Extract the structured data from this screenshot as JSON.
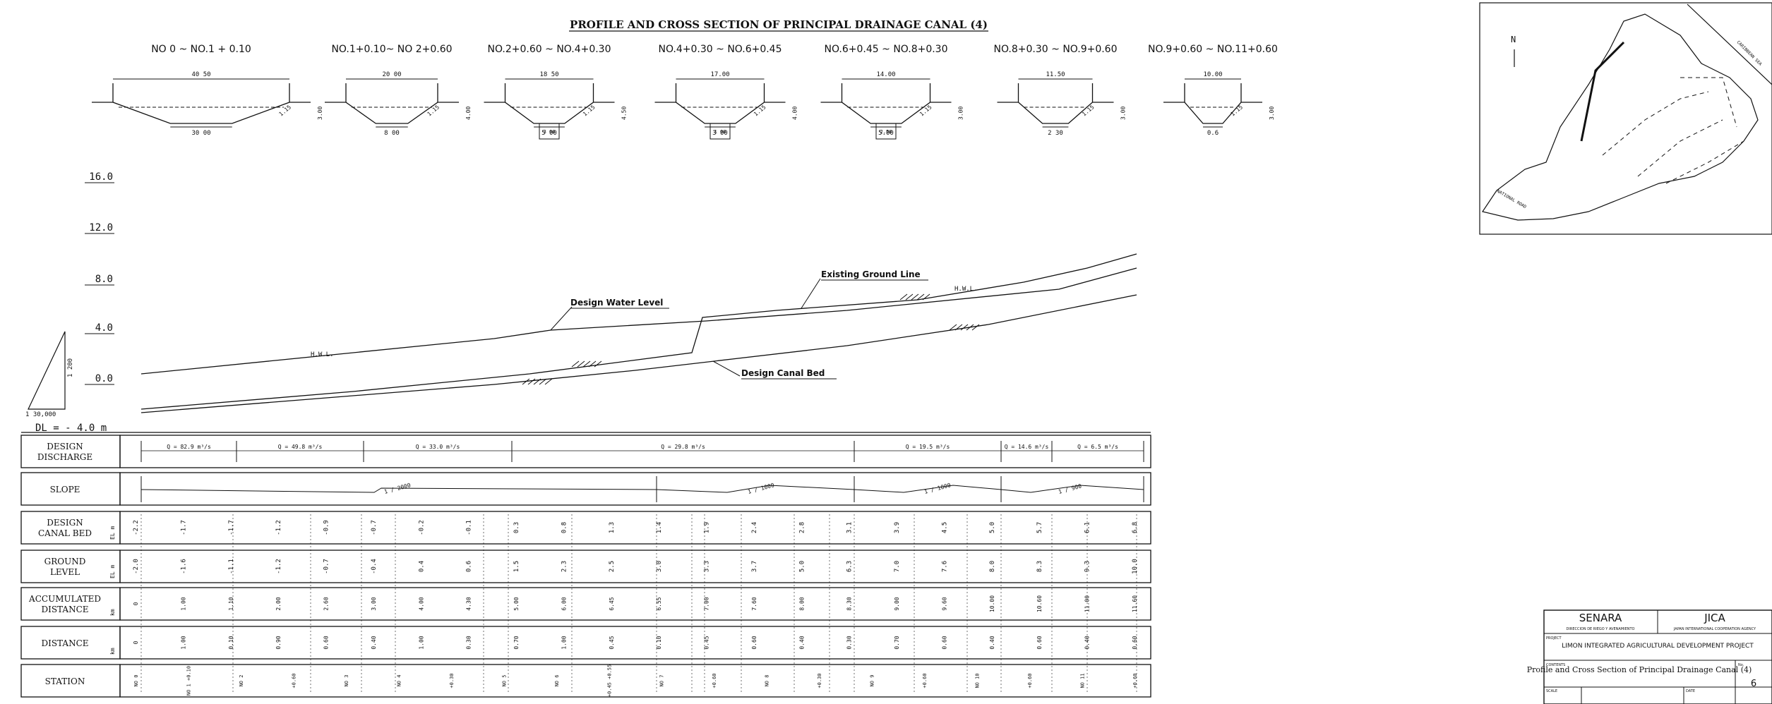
{
  "title": "PROFILE AND CROSS SECTION OF PRINCIPAL DRAINAGE CANAL (4)",
  "cross_sections": [
    {
      "station": "NO 0 ~ NO.1 + 0.10",
      "top": "40 50",
      "bottom": "30 00",
      "slope": "1.15",
      "depth": "3.00"
    },
    {
      "station": "NO.1+0.10~ NO 2+0.60",
      "top": "20 00",
      "bottom": "8 00",
      "slope": "1.15",
      "depth": "4.00"
    },
    {
      "station": "NO.2+0.60 ~ NO.4+0.30",
      "top": "18 50",
      "bottom": "5 00",
      "slope": "1.15",
      "depth": "4.50",
      "inner": "3 00"
    },
    {
      "station": "NO.4+0.30 ~ NO.6+0.45",
      "top": "17.00",
      "bottom": "3 00",
      "slope": "1.15",
      "depth": "4.00",
      "inner": "1 00"
    },
    {
      "station": "NO.6+0.45 ~ NO.8+0.30",
      "top": "14.00",
      "bottom": "5.00",
      "slope": "1.15",
      "depth": "3.00",
      "inner": "2.50"
    },
    {
      "station": "NO.8+0.30 ~ NO.9+0.60",
      "top": "11.50",
      "bottom": "2 30",
      "slope": "1.15",
      "depth": "3.00"
    },
    {
      "station": "NO.9+0.60 ~ NO.11+0.60",
      "top": "10.00",
      "bottom": "0.6",
      "slope": "1.15",
      "depth": "3.00"
    }
  ],
  "elevation_axis": {
    "ticks": [
      "16.0",
      "12.0",
      "8.0",
      "4.0",
      "0.0"
    ],
    "datum": "DL = - 4.0 m"
  },
  "scale": {
    "vertical": "1 200",
    "horizontal": "1 30,000"
  },
  "profile_labels": {
    "design_water_level": "Design Water Level",
    "existing_ground_line": "Existing Ground Line",
    "design_canal_bed": "Design Canal Bed",
    "hwl": "H.W.L."
  },
  "table": {
    "row_labels": [
      {
        "l1": "DESIGN",
        "l2": "DISCHARGE",
        "unit": ""
      },
      {
        "l1": "SLOPE",
        "l2": "",
        "unit": ""
      },
      {
        "l1": "DESIGN",
        "l2": "CANAL BED",
        "unit": "EL m"
      },
      {
        "l1": "GROUND",
        "l2": "LEVEL",
        "unit": "EL m"
      },
      {
        "l1": "ACCUMULATED",
        "l2": "DISTANCE",
        "unit": "km"
      },
      {
        "l1": "DISTANCE",
        "l2": "",
        "unit": "km"
      },
      {
        "l1": "STATION",
        "l2": "",
        "unit": ""
      }
    ],
    "discharges": [
      "Q = 82.9 m³/s",
      "Q = 49.8 m³/s",
      "Q = 33.0 m³/s",
      "Q = 29.8 m³/s",
      "Q = 19.5 m³/s",
      "Q = 14.6 m³/s",
      "Q = 6.5 m³/s"
    ],
    "slopes": [
      "1 / 2000",
      "1 / 1000",
      "1 / 1000",
      "1 / 900"
    ],
    "canal_bed": [
      "-2.2",
      "-1.7",
      "-1.7",
      "-1.2",
      "-0.9",
      "-0.7",
      "-0.2",
      "-0.1",
      "0.3",
      "0.8",
      "1.3",
      "1.4",
      "1.9",
      "2.4",
      "2.8",
      "3.1",
      "3.9",
      "4.5",
      "5.0",
      "5.7",
      "6.1",
      "6.8"
    ],
    "ground_level": [
      "-2.0",
      "-1.6",
      "-1.1",
      "-1.2",
      "-0.7",
      "-0.4",
      "0.4",
      "0.6",
      "1.5",
      "2.3",
      "2.5",
      "3.0",
      "3.3",
      "3.7",
      "5.0",
      "6.3",
      "7.0",
      "7.6",
      "8.0",
      "8.3",
      "9.3",
      "10.0"
    ],
    "accumulated": [
      "0",
      "1.00",
      "1.10",
      "2.00",
      "2.60",
      "3.00",
      "4.00",
      "4.30",
      "5.00",
      "6.00",
      "6.45",
      "6.55",
      "7.00",
      "7.60",
      "8.00",
      "8.30",
      "9.00",
      "9.60",
      "10.00",
      "10.60",
      "11.00",
      "11.60"
    ],
    "distance": [
      "0",
      "1.00",
      "0.10",
      "0.90",
      "0.60",
      "0.40",
      "1.00",
      "0.30",
      "0.70",
      "1.00",
      "0.45",
      "0.10",
      "0.45",
      "0.60",
      "0.40",
      "0.30",
      "0.70",
      "0.60",
      "0.40",
      "0.60",
      "0.40",
      "0.60"
    ],
    "station": [
      "NO 0",
      "NO 1 +0.10",
      "NO 2",
      "+0.60",
      "NO 3",
      "NO 4",
      "+0.30",
      "NO 5",
      "NO 6",
      "+0.45 +0.55",
      "NO 7",
      "+0.60",
      "NO 8",
      "+0.30",
      "NO 9",
      "+0.60",
      "NO 10",
      "+0.60",
      "NO 11",
      "+0.60"
    ]
  },
  "map": {
    "north": "N",
    "labels": [
      "CARIBBEAN SEA",
      "NATIONAL ROAD"
    ]
  },
  "title_block": {
    "left_org": "SENARA",
    "left_sub": "DIRECCION DE RIEGO Y AVENAMIENTO",
    "right_org": "JICA",
    "right_sub": "JAPAN INTERNATIONAL COOPERATION AGENCY",
    "project_label": "PROJECT",
    "project": "LIMON INTEGRATED AGRICULTURAL DEVELOPMENT PROJECT",
    "contents_label": "CONTENTS",
    "contents": "Profile and Cross Section of Principal Drainage Canal (4)",
    "scale_label": "SCALE",
    "date_label": "DATE",
    "no_label": "No.",
    "sheet_no": "6"
  }
}
